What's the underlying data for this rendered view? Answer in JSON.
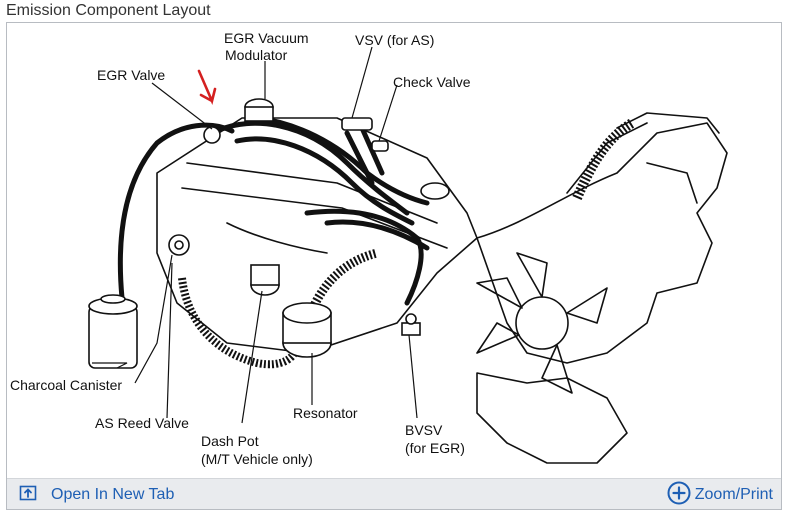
{
  "header": {
    "title": "Emission Component Layout"
  },
  "diagram": {
    "labels": {
      "egr_vacuum_modulator_1": "EGR Vacuum",
      "egr_vacuum_modulator_2": "Modulator",
      "vsv": "VSV (for AS)",
      "egr_valve": "EGR Valve",
      "check_valve": "Check Valve",
      "charcoal_canister": "Charcoal Canister",
      "as_reed_valve": "AS Reed Valve",
      "dash_pot_1": "Dash Pot",
      "dash_pot_2": "(M/T Vehicle only)",
      "resonator": "Resonator",
      "bvsv_1": "BVSV",
      "bvsv_2": "(for EGR)"
    },
    "colors": {
      "line": "#111111",
      "annotation_arrow": "#d42020"
    }
  },
  "footer": {
    "open_tab_label": "Open In New Tab",
    "open_tab_icon": "open-in-new-tab-icon",
    "zoom_label": "Zoom/Print",
    "zoom_icon": "circle-plus-icon",
    "link_color": "#1e5fb4"
  }
}
